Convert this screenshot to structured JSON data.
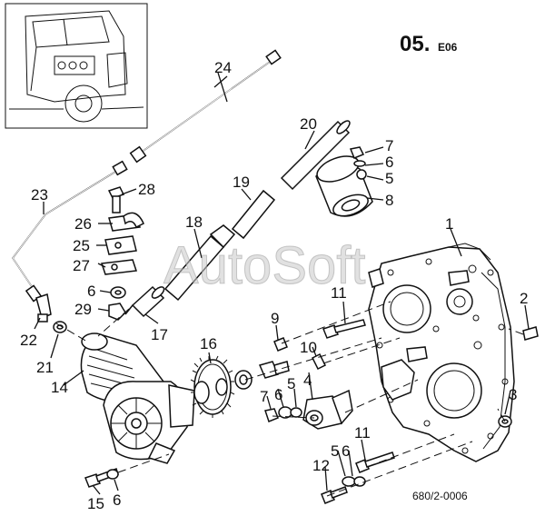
{
  "header": {
    "section_code": "05.",
    "section_sub": "E06"
  },
  "footer": {
    "drawing_number": "680/2-0006"
  },
  "watermark": {
    "text": "AutoSoft"
  },
  "callouts": [
    {
      "id": "24",
      "label": "24"
    },
    {
      "id": "20",
      "label": "20"
    },
    {
      "id": "7a",
      "label": "7"
    },
    {
      "id": "6a",
      "label": "6"
    },
    {
      "id": "5a",
      "label": "5"
    },
    {
      "id": "8",
      "label": "8"
    },
    {
      "id": "23",
      "label": "23"
    },
    {
      "id": "28",
      "label": "28"
    },
    {
      "id": "19",
      "label": "19"
    },
    {
      "id": "26",
      "label": "26"
    },
    {
      "id": "18",
      "label": "18"
    },
    {
      "id": "1",
      "label": "1"
    },
    {
      "id": "25",
      "label": "25"
    },
    {
      "id": "27",
      "label": "27"
    },
    {
      "id": "6b",
      "label": "6"
    },
    {
      "id": "11a",
      "label": "11"
    },
    {
      "id": "2",
      "label": "2"
    },
    {
      "id": "29",
      "label": "29"
    },
    {
      "id": "9",
      "label": "9"
    },
    {
      "id": "22",
      "label": "22"
    },
    {
      "id": "17",
      "label": "17"
    },
    {
      "id": "16",
      "label": "16"
    },
    {
      "id": "10",
      "label": "10"
    },
    {
      "id": "21",
      "label": "21"
    },
    {
      "id": "5b",
      "label": "5"
    },
    {
      "id": "4",
      "label": "4"
    },
    {
      "id": "7b",
      "label": "7"
    },
    {
      "id": "6c",
      "label": "6"
    },
    {
      "id": "14",
      "label": "14"
    },
    {
      "id": "3",
      "label": "3"
    },
    {
      "id": "11b",
      "label": "11"
    },
    {
      "id": "6d",
      "label": "6"
    },
    {
      "id": "5c",
      "label": "5"
    },
    {
      "id": "12",
      "label": "12"
    },
    {
      "id": "15",
      "label": "15"
    },
    {
      "id": "6e",
      "label": "6"
    }
  ]
}
